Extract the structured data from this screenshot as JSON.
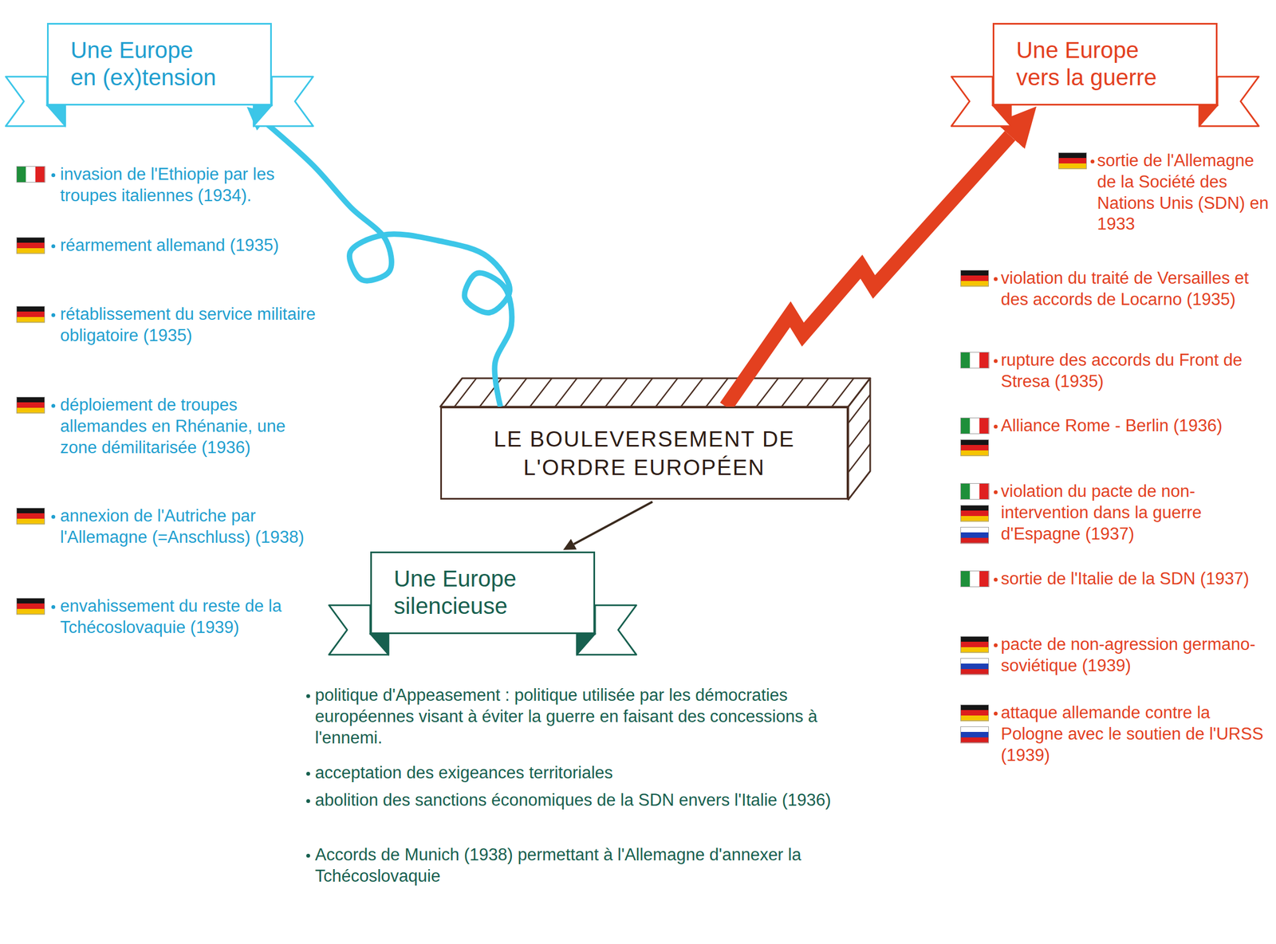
{
  "diagram": {
    "nodes": [
      {
        "text": [
          "LE BOULEVERSEMENT DE L'ORDRE EUROPÉEN"
        ]
      },
      {
        "text": [
          "Une Europe en (ex)tension"
        ]
      },
      {
        "text": [
          "Une Europe vers la guerre"
        ]
      },
      {
        "text": [
          "Une Europe silencieuse"
        ]
      }
    ],
    "edges": [
      {
        "from": 0,
        "to": 1,
        "arrow": "to"
      },
      {
        "from": 0,
        "to": 2,
        "arrow": "to"
      },
      {
        "from": 0,
        "to": 3,
        "arrow": "to"
      }
    ],
    "labels": [
      "invasion de l'Ethiopie par les troupes italiennes (1934).",
      "réarmement allemand (1935)",
      "rétablissement du service militaire obligatoire (1935)",
      "déploiement de troupes allemandes en Rhénanie, une zone démilitarisée (1936)",
      "annexion de l'Autriche par l'Allemagne (=Anschluss) (1938)",
      "envahissement du reste de la Tchécoslovaquie (1939)",
      "sortie de l'Allemagne de la Société des Nations Unis (SDN) en 1933",
      "violation du traité de Versailles et des accords de Locarno (1935)",
      "rupture des accords du Front de Stresa (1935)",
      "Alliance Rome - Berlin (1936)",
      "violation du pacte de non-intervention dans la guerre d'Espagne (1937)",
      "sortie de l'Italie de la SDN (1937)",
      "pacte de non-agression germano-soviétique (1939)",
      "attaque allemande contre la Pologne avec le soutien de l'URSS (1939)",
      "politique d'Appeasement : politique utilisée par les démocraties européennes visant à éviter la guerre en faisant des concessions à l'ennemi.",
      "acceptation des exigeances territoriales",
      "abolition des sanctions économiques de la SDN envers l'Italie (1936)",
      "Accords de Munich (1938) permettant à l'Allemagne d'annexer la Tchécoslovaquie"
    ]
  }
}
